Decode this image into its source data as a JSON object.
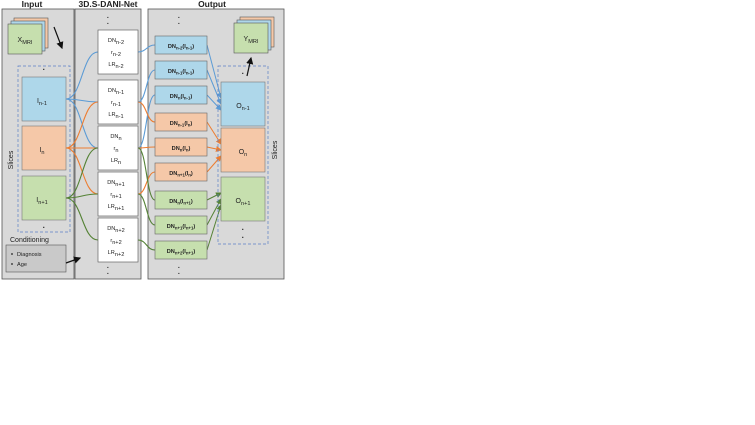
{
  "headers": {
    "input": "Input",
    "net": "3D.S-DANI-Net",
    "output": "Output"
  },
  "input": {
    "mri": {
      "base": "X",
      "sub": "MRI"
    },
    "slices_label": "Slices",
    "slices": [
      {
        "base": "I",
        "sub": "n-1",
        "color": "#aed7ea"
      },
      {
        "base": "I",
        "sub": "n",
        "color": "#f5c8a8"
      },
      {
        "base": "I",
        "sub": "n+1",
        "color": "#c6dfae"
      }
    ],
    "conditioning": {
      "label": "Conditioning",
      "items": [
        "Diagnosis",
        "Age"
      ]
    }
  },
  "net_blocks": [
    {
      "lines": [
        {
          "base": "DN",
          "sub": "n-2"
        },
        {
          "base": "r",
          "sub": "n-2"
        },
        {
          "base": "LR",
          "sub": "n-2"
        }
      ]
    },
    {
      "lines": [
        {
          "base": "DN",
          "sub": "n-1"
        },
        {
          "base": "r",
          "sub": "n-1"
        },
        {
          "base": "LR",
          "sub": "n-1"
        }
      ]
    },
    {
      "lines": [
        {
          "base": "DN",
          "sub": "n"
        },
        {
          "base": "r",
          "sub": "n"
        },
        {
          "base": "LR",
          "sub": "n"
        }
      ]
    },
    {
      "lines": [
        {
          "base": "DN",
          "sub": "n+1"
        },
        {
          "base": "r",
          "sub": "n+1"
        },
        {
          "base": "LR",
          "sub": "n+1"
        }
      ]
    },
    {
      "lines": [
        {
          "base": "DN",
          "sub": "n+2"
        },
        {
          "base": "r",
          "sub": "n+2"
        },
        {
          "base": "LR",
          "sub": "n+2"
        }
      ]
    }
  ],
  "outputs": [
    {
      "dn": "n-2",
      "arg": "n-1",
      "color": "#aed7ea"
    },
    {
      "dn": "n-1",
      "arg": "n-1",
      "color": "#aed7ea"
    },
    {
      "dn": "n",
      "arg": "n-1",
      "color": "#aed7ea"
    },
    {
      "dn": "n-1",
      "arg": "n",
      "color": "#f5c8a8"
    },
    {
      "dn": "n",
      "arg": "n",
      "color": "#f5c8a8"
    },
    {
      "dn": "n+1",
      "arg": "n",
      "color": "#f5c8a8"
    },
    {
      "dn": "n",
      "arg": "n+1",
      "color": "#c6dfae"
    },
    {
      "dn": "n+1",
      "arg": "n+1",
      "color": "#c6dfae"
    },
    {
      "dn": "n+2",
      "arg": "n+1",
      "color": "#c6dfae"
    }
  ],
  "output_slices": [
    {
      "base": "O",
      "sub": "n-1",
      "color": "#aed7ea"
    },
    {
      "base": "O",
      "sub": "n",
      "color": "#f5c8a8"
    },
    {
      "base": "O",
      "sub": "n+1",
      "color": "#c6dfae"
    }
  ],
  "output_mri": {
    "base": "Y",
    "sub": "MRI"
  },
  "output_slices_label": "Slices",
  "colors": {
    "blue": "#5b9bd5",
    "orange": "#ed7d31",
    "green": "#548235",
    "panel": "#d9d9d9"
  }
}
